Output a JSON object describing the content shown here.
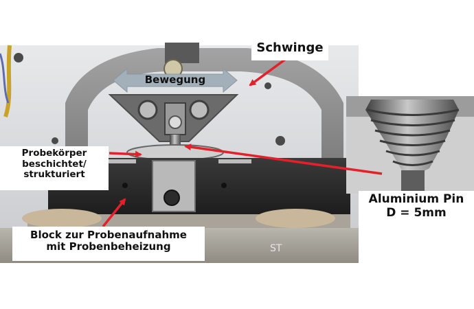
{
  "labels": {
    "schwinge": "Schwinge",
    "bewegung": "Bewegung",
    "probe_line1": "Probekörper",
    "probe_line2": "beschichtet/",
    "probe_line3": "strukturiert",
    "pin_line1": "Aluminium Pin",
    "pin_line2": "D = 5mm",
    "block_line1": "Block zur Probenaufnahme",
    "block_line2": "mit Probenbeheizung",
    "stamp": "ST"
  },
  "colors": {
    "arrow_red": "#e4202a",
    "frame_grey": "#8a8a8a",
    "block_dark": "#2a2a2a",
    "bg_wall": "#d9dadc"
  }
}
